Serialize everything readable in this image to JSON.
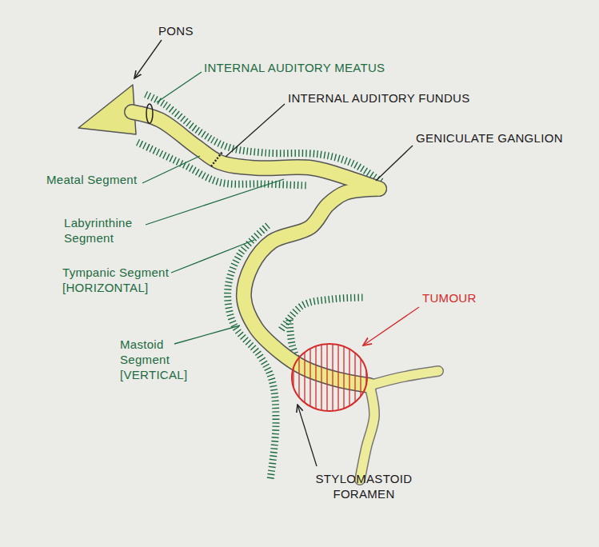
{
  "diagram": {
    "labels": [
      "PONS",
      "INTERNAL AUDITORY MEATUS",
      "INTERNAL AUDITORY FUNDUS",
      "GENICULATE GANGLION",
      "Meatal Segment",
      "Labyrinthine Segment",
      "Tympanic Segment [HORIZONTAL]",
      "Mastoid Segment [VERTICAL]",
      "TUMOUR",
      "STYLOMASTOID FORAMEN"
    ]
  }
}
